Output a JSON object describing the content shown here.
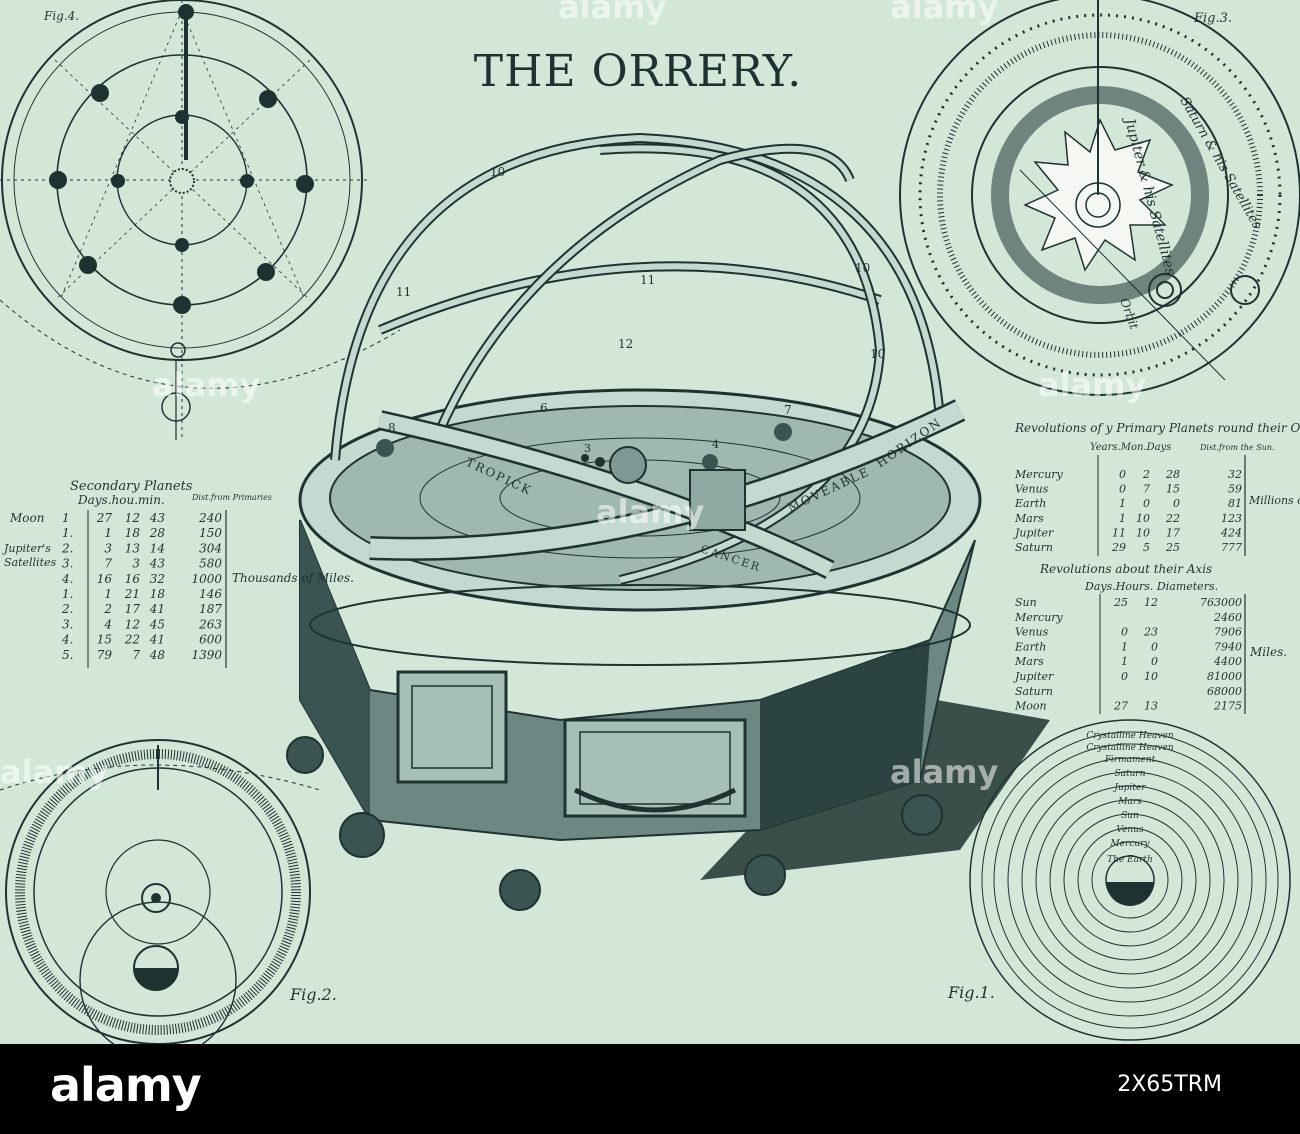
{
  "plate": {
    "title": "THE ORRERY.",
    "fig_labels": {
      "fig1": "Fig.1.",
      "fig2": "Fig.2.",
      "fig3": "Fig.3.",
      "fig4": "Fig.4."
    },
    "band_labels": {
      "tropick": "TROPICK",
      "moveable": "MOVEABLE",
      "horizon": "HORIZON",
      "cancer": "CANCER"
    },
    "sphere_numbers": [
      "10",
      "11",
      "11",
      "12",
      "10",
      "10"
    ],
    "apparatus_numbers": [
      "6",
      "8",
      "3",
      "4",
      "7"
    ]
  },
  "secondary_table": {
    "heading": "Secondary Planets",
    "columns": "Days.hou.min.",
    "dist_heading": "Dist.from Primaries",
    "row_labels": {
      "moon": "Moon",
      "jupiter": "Jupiter's",
      "satellites": "Satellites"
    },
    "rows": [
      [
        "1",
        "27",
        "12",
        "43",
        "240"
      ],
      [
        "1.",
        "1",
        "18",
        "28",
        "150"
      ],
      [
        "2.",
        "3",
        "13",
        "14",
        "304"
      ],
      [
        "3.",
        "7",
        "3",
        "43",
        "580"
      ],
      [
        "4.",
        "16",
        "16",
        "32",
        "1000"
      ],
      [
        "1.",
        "1",
        "21",
        "18",
        "146"
      ],
      [
        "2.",
        "2",
        "17",
        "41",
        "187"
      ],
      [
        "3.",
        "4",
        "12",
        "45",
        "263"
      ],
      [
        "4.",
        "15",
        "22",
        "41",
        "600"
      ],
      [
        "5.",
        "79",
        "7",
        "48",
        "1390"
      ]
    ],
    "unit": "Thousands of Miles."
  },
  "revolutions_table": {
    "heading": "Revolutions of y Primary Planets round their Orbs.",
    "columns": "Years.Mon.Days",
    "dist_heading": "Dist.from the Sun.",
    "rows": [
      [
        "Mercury",
        "0",
        "2",
        "28",
        "32"
      ],
      [
        "Venus",
        "0",
        "7",
        "15",
        "59"
      ],
      [
        "Earth",
        "1",
        "0",
        "0",
        "81"
      ],
      [
        "Mars",
        "1",
        "10",
        "22",
        "123"
      ],
      [
        "Jupiter",
        "11",
        "10",
        "17",
        "424"
      ],
      [
        "Saturn",
        "29",
        "5",
        "25",
        "777"
      ]
    ],
    "unit": "Millions of Miles"
  },
  "axis_table": {
    "heading": "Revolutions about their Axis",
    "columns": "Days.Hours. Diameters.",
    "rows": [
      [
        "Sun",
        "25",
        "12",
        "763000"
      ],
      [
        "Mercury",
        "",
        "",
        "2460"
      ],
      [
        "Venus",
        "0",
        "23",
        "7906"
      ],
      [
        "Earth",
        "1",
        "0",
        "7940"
      ],
      [
        "Mars",
        "1",
        "0",
        "4400"
      ],
      [
        "Jupiter",
        "0",
        "10",
        "81000"
      ],
      [
        "Saturn",
        "",
        "",
        "68000"
      ],
      [
        "Moon",
        "27",
        "13",
        "2175"
      ]
    ],
    "unit": "Miles."
  },
  "fig1_labels": [
    "Crystalline Heaven",
    "Crystalline Heaven",
    "Firmament",
    "Saturn",
    "Jupiter",
    "Mars",
    "Sun",
    "Venus",
    "Mercury",
    "The Earth"
  ],
  "fig3_labels": {
    "jupiter": "Jupiter & his Satellites",
    "saturn": "Saturn & his Satellites",
    "orbit": "Orbit"
  },
  "footer": {
    "brand": "alamy",
    "stock_id": "2X65TRM"
  },
  "watermark": "alamy",
  "colors": {
    "paper": "#d3e7d8",
    "ink": "#1e3331",
    "footer": "#000000"
  }
}
